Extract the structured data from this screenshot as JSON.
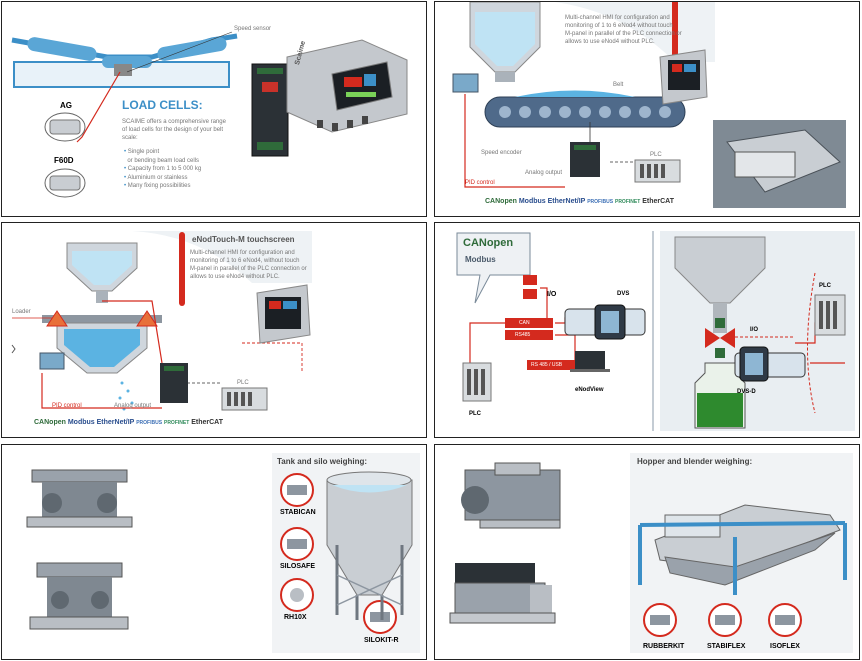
{
  "panel1": {
    "speed_sensor_label": "Speed sensor",
    "brand_label": "Scaime",
    "cell_a_label": "AG",
    "cell_b_label": "F60D",
    "heading": "LOAD CELLS:",
    "intro_line1": "SCAIME offers a comprehensive range",
    "intro_line2": "of load cells for the design of your belt",
    "intro_line3": "scale:",
    "bullets": [
      "Single point",
      "or bending beam load cells",
      "Capacity from 1 to 5 000 kg",
      "Aluminium or stainless",
      "Many fixing possibilities"
    ]
  },
  "panel2": {
    "desc_line1": "Multi-channel HMI for configuration and",
    "desc_line2": "monitoring of 1 to 6 eNod4 without touch",
    "desc_line3": "M-panel in parallel of the PLC connection or",
    "desc_line4": "allows to use eNod4 without PLC.",
    "speed_encoder": "Speed encoder",
    "analog_output": "Analog output",
    "plc_label": "PLC",
    "pid_control": "PID control",
    "belt_label": "Belt",
    "protocols": [
      "CANopen",
      "Modbus",
      "EtherNet/IP",
      "PROFIBUS",
      "PROFINET",
      "EtherCAT"
    ]
  },
  "panel3": {
    "title": "eNodTouch-M touchscreen",
    "desc_line1": "Multi-channel HMI for configuration and",
    "desc_line2": "monitoring of 1 to 6 eNod4, without touch",
    "desc_line3": "M-panel in parallel of the PLC connection or",
    "desc_line4": "allows to use eNod4 without PLC.",
    "loader_label": "Loader",
    "pid_control": "PID control",
    "analog_output": "Analog output",
    "plc_label": "PLC",
    "protocols": [
      "CANopen",
      "Modbus",
      "EtherNet/IP",
      "PROFIBUS",
      "PROFINET",
      "EtherCAT"
    ]
  },
  "panel4": {
    "canopen": "CANopen",
    "modbus": "Modbus",
    "io_label_left": "I/O",
    "dvs_label": "DVS",
    "can_tag": "CAN",
    "rs485_tag": "RS485",
    "rs_usb_tag": "RS 485 / USB",
    "enodview": "eNodView",
    "plc_left": "PLC",
    "plc_right": "PLC",
    "io_label_right": "I/O",
    "dvs_d_label": "DVS-D"
  },
  "panel5": {
    "title": "Tank and silo weighing:",
    "items": [
      "STABICAN",
      "SILOSAFE",
      "RH10X",
      "SILOKIT-R"
    ]
  },
  "panel6": {
    "title": "Hopper and blender weighing:",
    "items": [
      "RUBBERKIT",
      "STABIFLEX",
      "ISOFLEX"
    ]
  },
  "colors": {
    "accent_red": "#d42a1e",
    "frame_blue": "#3c8fc7",
    "steel": "#b9bec4",
    "green_module": "#2f6b3a"
  }
}
